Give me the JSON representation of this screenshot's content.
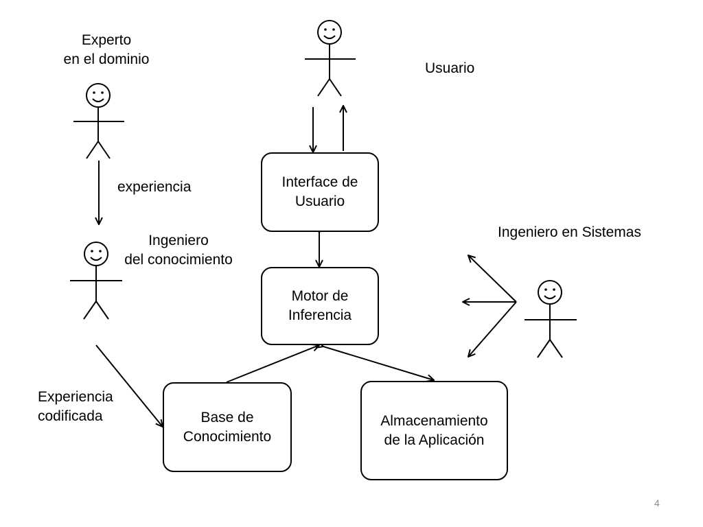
{
  "actors": {
    "domain_expert": {
      "label_line1": "Experto",
      "label_line2": "en el dominio"
    },
    "user": {
      "label": "Usuario"
    },
    "knowledge_engineer": {
      "label_line1": "Ingeniero",
      "label_line2": "del conocimiento"
    },
    "systems_engineer": {
      "label": "Ingeniero en Sistemas"
    }
  },
  "flows": {
    "experience": "experiencia",
    "coded_experience_line1": "Experiencia",
    "coded_experience_line2": "codificada"
  },
  "boxes": {
    "user_interface": {
      "line1": "Interface de",
      "line2": "Usuario"
    },
    "inference_engine": {
      "line1": "Motor de",
      "line2": "Inferencia"
    },
    "knowledge_base": {
      "line1": "Base de",
      "line2": "Conocimiento"
    },
    "application_storage": {
      "line1": "Almacenamiento",
      "line2": "de la Aplicación"
    }
  },
  "page_number": "4"
}
